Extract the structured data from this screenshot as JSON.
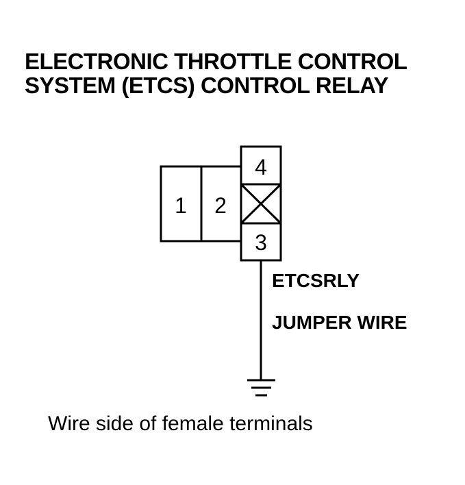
{
  "title": {
    "line1": "ELECTRONIC THROTTLE CONTROL",
    "line2": "SYSTEM (ETCS) CONTROL RELAY"
  },
  "connector": {
    "terminals": [
      {
        "number": "1"
      },
      {
        "number": "2"
      },
      {
        "number": "3"
      },
      {
        "number": "4"
      }
    ],
    "unused_cavity": "X"
  },
  "wire": {
    "label": "ETCSRLY",
    "sublabel": "JUMPER WIRE",
    "termination": "ground"
  },
  "caption": "Wire side of female terminals",
  "colors": {
    "line": "#000000",
    "background": "#ffffff"
  }
}
